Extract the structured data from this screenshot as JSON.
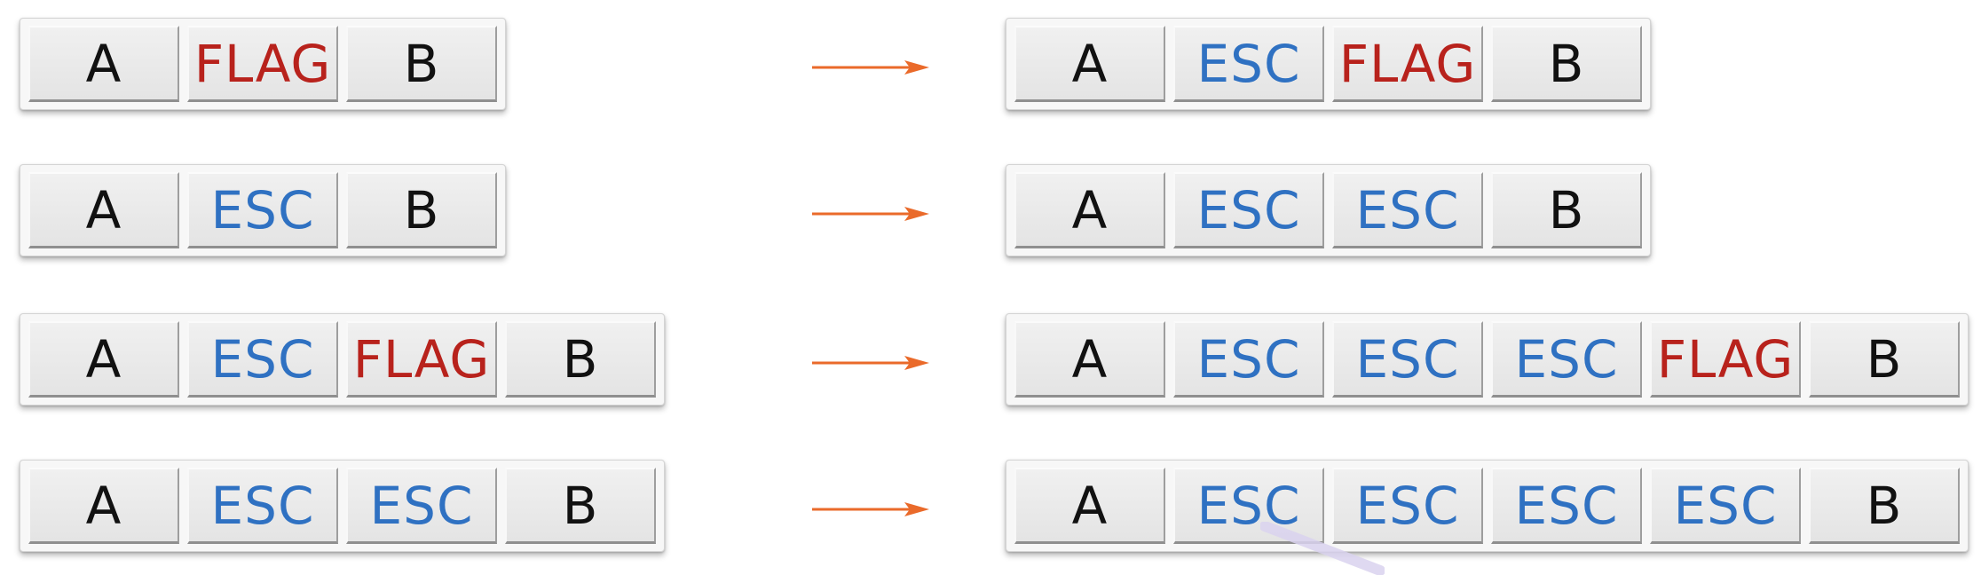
{
  "colors": {
    "esc": "#2f71c2",
    "flag": "#b8221c",
    "plain": "#111111",
    "arrow": "#ea6a2a"
  },
  "rows": [
    {
      "input": [
        "A",
        "FLAG",
        "B"
      ],
      "output": [
        "A",
        "ESC",
        "FLAG",
        "B"
      ]
    },
    {
      "input": [
        "A",
        "ESC",
        "B"
      ],
      "output": [
        "A",
        "ESC",
        "ESC",
        "B"
      ]
    },
    {
      "input": [
        "A",
        "ESC",
        "FLAG",
        "B"
      ],
      "output": [
        "A",
        "ESC",
        "ESC",
        "ESC",
        "FLAG",
        "B"
      ]
    },
    {
      "input": [
        "A",
        "ESC",
        "ESC",
        "B"
      ],
      "output": [
        "A",
        "ESC",
        "ESC",
        "ESC",
        "ESC",
        "B"
      ]
    }
  ]
}
